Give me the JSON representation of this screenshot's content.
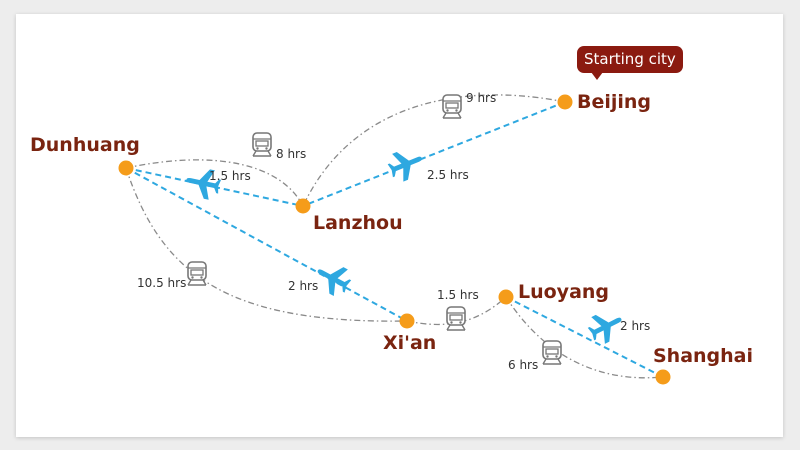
{
  "badge": {
    "text": "Starting city"
  },
  "cities": {
    "beijing": "Beijing",
    "dunhuang": "Dunhuang",
    "lanzhou": "Lanzhou",
    "xian": "Xi'an",
    "luoyang": "Luoyang",
    "shanghai": "Shanghai"
  },
  "routes": {
    "beijing_lanzhou_train": "9 hrs",
    "beijing_lanzhou_flight": "2.5 hrs",
    "dunhuang_lanzhou_train": "8 hrs",
    "dunhuang_lanzhou_flight": "1.5 hrs",
    "dunhuang_xian_train": "10.5 hrs",
    "dunhuang_xian_flight": "2 hrs",
    "xian_luoyang_train": "1.5 hrs",
    "luoyang_shanghai_flight": "2 hrs",
    "luoyang_shanghai_train": "6 hrs"
  },
  "colors": {
    "city_dot": "#f59c1a",
    "city_label": "#7a2410",
    "flight": "#2ea8e0",
    "train_route": "#8a8a8a",
    "badge": "#8b1a10"
  },
  "legend_icons": {
    "train": "train-icon",
    "flight": "plane-icon"
  }
}
